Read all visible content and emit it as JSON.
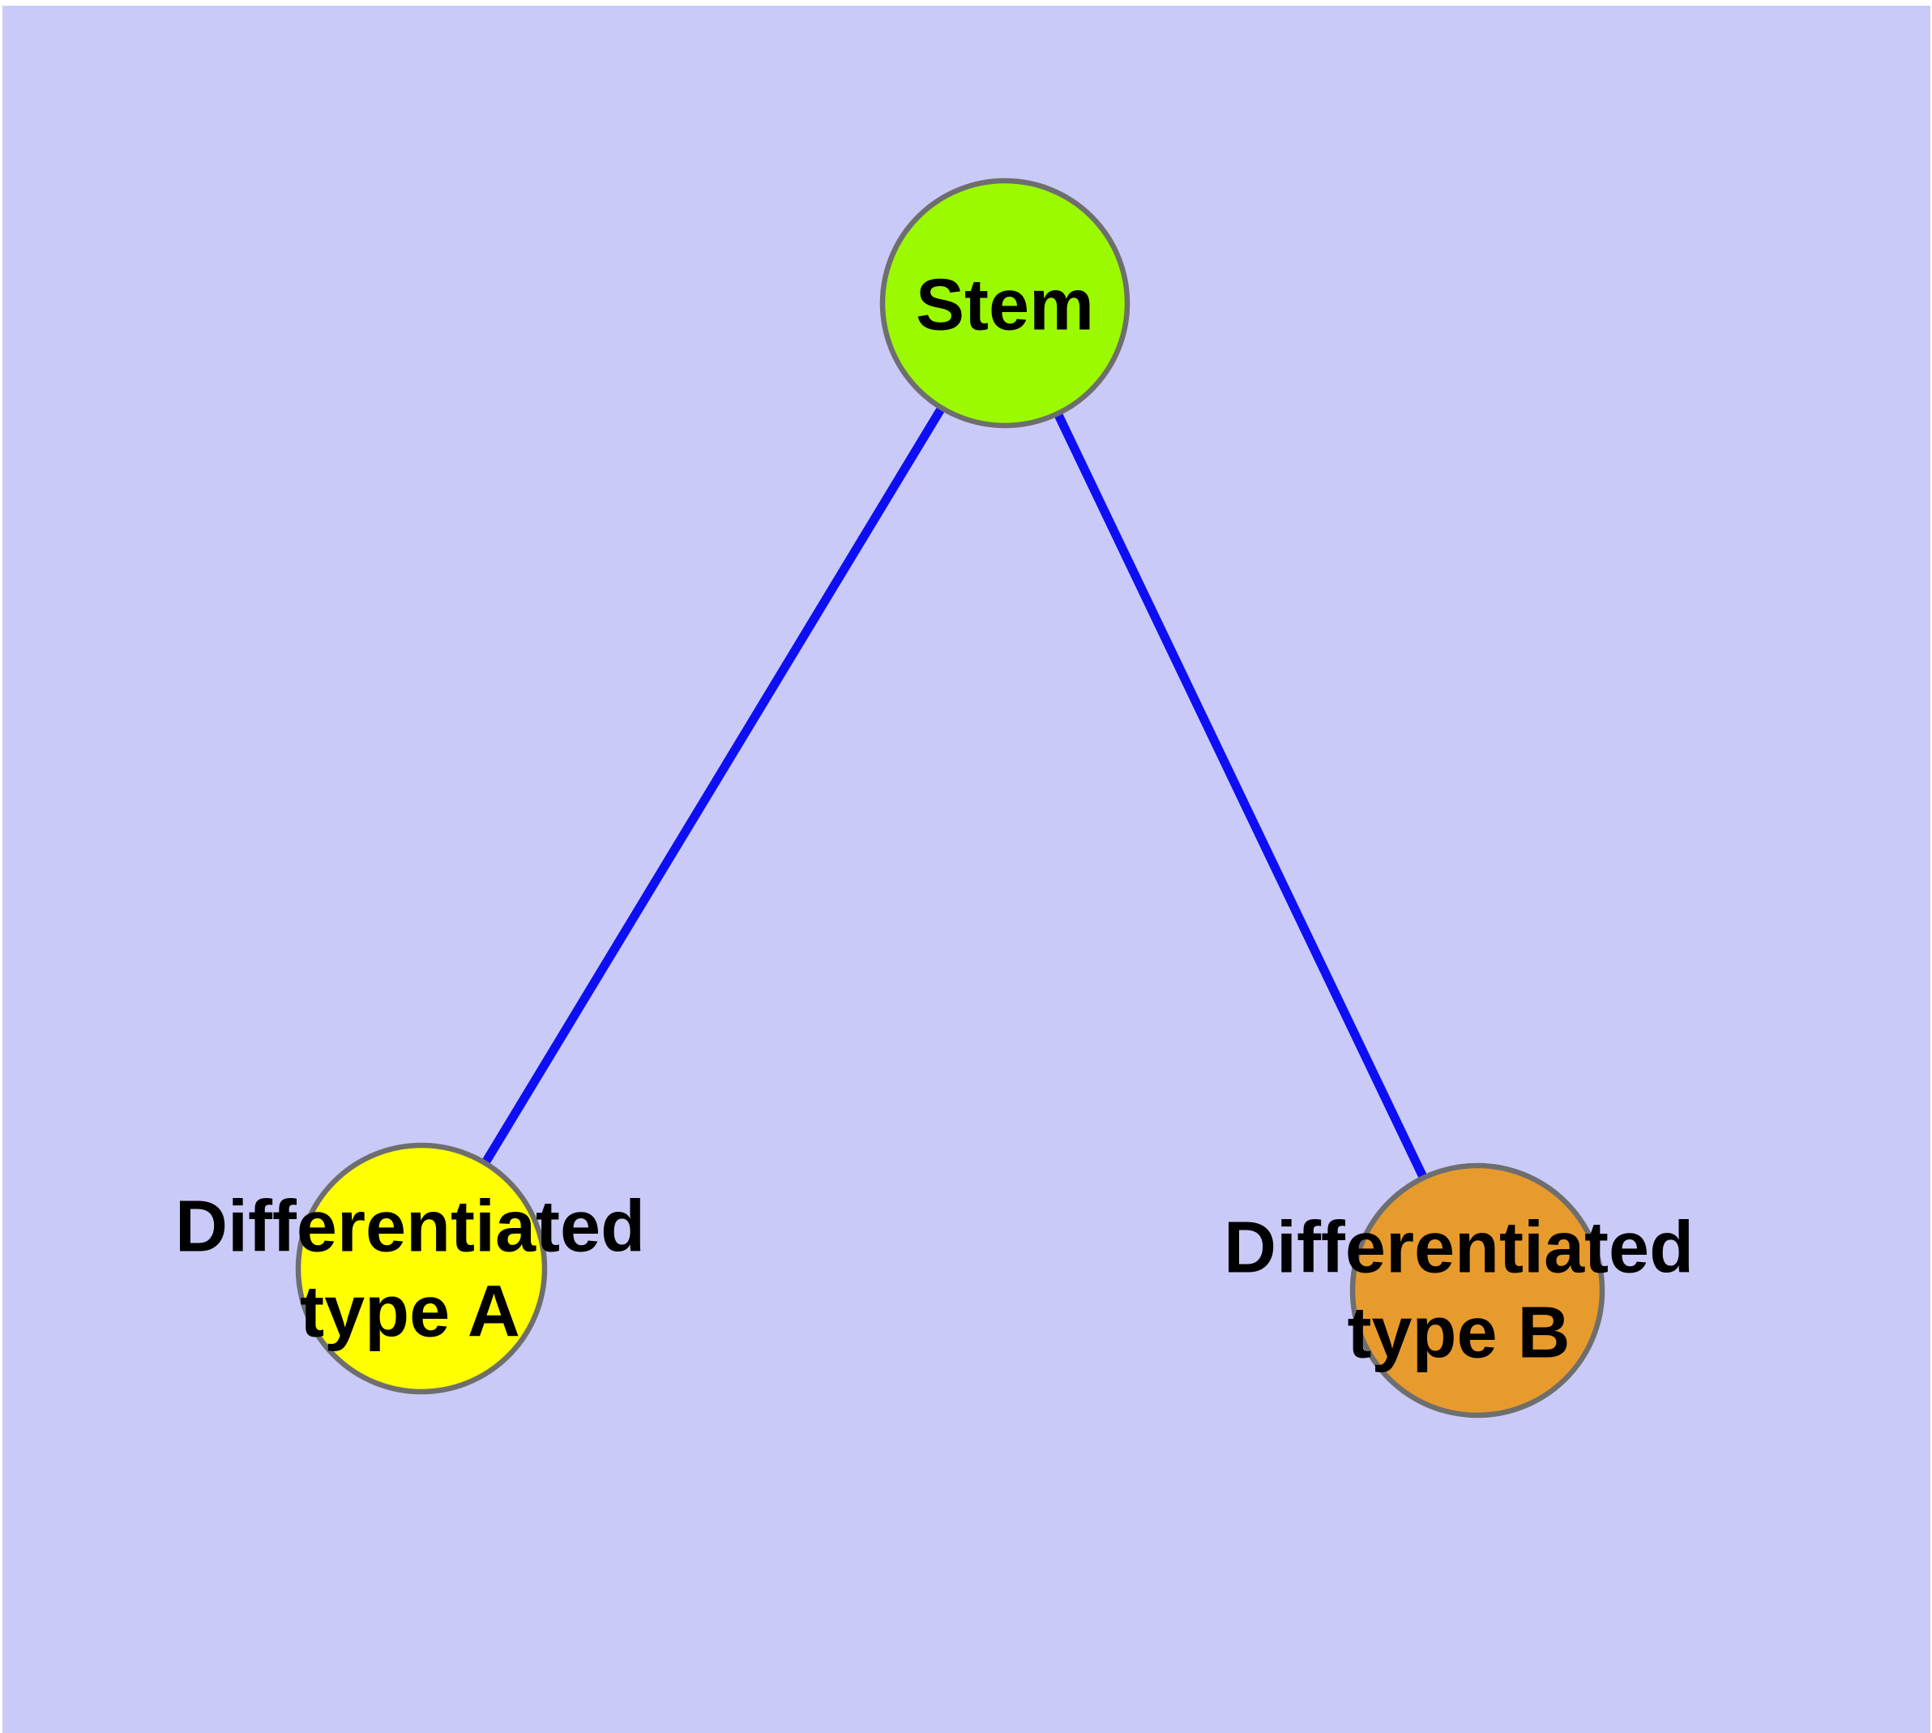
{
  "diagram": {
    "type": "node-link-graph",
    "description": "Stem cell differentiation diagram: one stem node linked to two differentiated cell type nodes",
    "background_color": "#CACAF8",
    "frame_color": "#FFFFFF",
    "edge_color": "#0E0EF4",
    "node_border_color": "#6E6E6E",
    "text_color": "#000000",
    "nodes": [
      {
        "id": "stem",
        "label": "Stem",
        "fill": "#9BFA00"
      },
      {
        "id": "type-a",
        "label": "Differentiated\ntype A",
        "fill": "#FFFF00"
      },
      {
        "id": "type-b",
        "label": "Differentiated\ntype B",
        "fill": "#E89B2D"
      }
    ],
    "edges": [
      {
        "from": "Stem",
        "to": "Differentiated type A"
      },
      {
        "from": "Stem",
        "to": "Differentiated type B"
      }
    ]
  }
}
